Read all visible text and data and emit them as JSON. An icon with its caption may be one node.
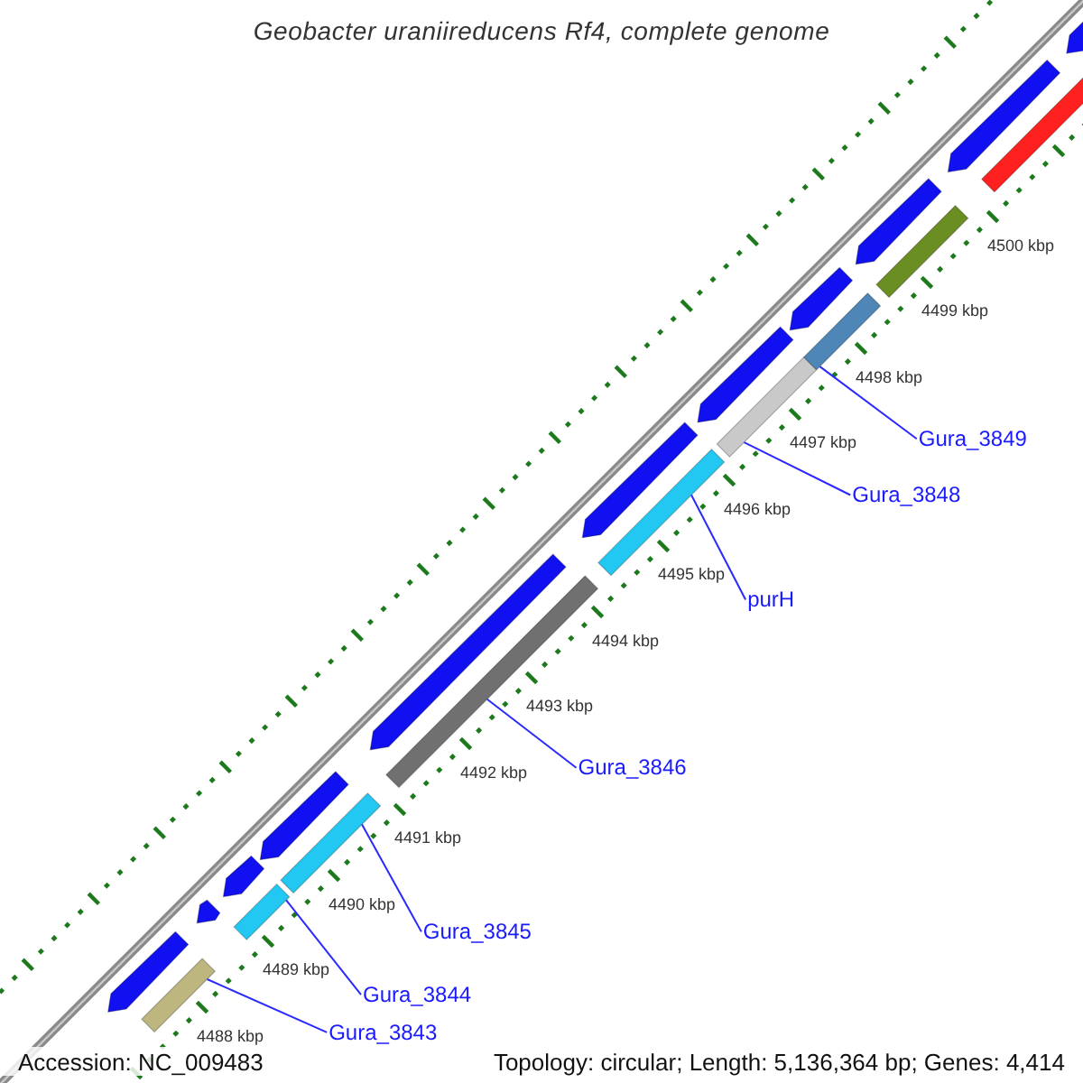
{
  "diagram": {
    "title": "Geobacter uraniireducens Rf4, complete genome",
    "nodes": [
      {
        "text": [
          "Gura_3843"
        ]
      },
      {
        "text": [
          "Gura_3844"
        ]
      },
      {
        "text": [
          "Gura_3845"
        ]
      },
      {
        "text": [
          "Gura_3846"
        ]
      },
      {
        "text": [
          "purH"
        ]
      },
      {
        "text": [
          "Gura_3848"
        ]
      },
      {
        "text": [
          "Gura_3849"
        ]
      },
      {
        "text": [],
        "shape": "bar"
      },
      {
        "text": [],
        "shape": "bar"
      },
      {
        "text": [],
        "shape": "bar"
      },
      {
        "text": [],
        "shape": "bar"
      },
      {
        "text": [],
        "shape": "bar"
      },
      {
        "text": [],
        "shape": "bar"
      },
      {
        "text": [],
        "shape": "bar"
      },
      {
        "text": [],
        "shape": "arrow"
      },
      {
        "text": [],
        "shape": "arrow"
      },
      {
        "text": [],
        "shape": "arrow"
      },
      {
        "text": [],
        "shape": "arrow"
      },
      {
        "text": [],
        "shape": "arrow"
      },
      {
        "text": [],
        "shape": "arrow"
      },
      {
        "text": [],
        "shape": "arrow"
      },
      {
        "text": [],
        "shape": "arrow"
      },
      {
        "text": [],
        "shape": "arrow"
      },
      {
        "text": [],
        "shape": "arrow"
      },
      {
        "text": [],
        "shape": "arrow"
      },
      {
        "text": [],
        "shape": "bar"
      },
      {
        "text": [],
        "shape": "bar"
      }
    ],
    "edges": [
      {
        "from": 0,
        "to": 7,
        "arrow": "none"
      },
      {
        "from": 1,
        "to": 8,
        "arrow": "none"
      },
      {
        "from": 2,
        "to": 9,
        "arrow": "none"
      },
      {
        "from": 3,
        "to": 10,
        "arrow": "none"
      },
      {
        "from": 4,
        "to": 11,
        "arrow": "none"
      },
      {
        "from": 5,
        "to": 12,
        "arrow": "none"
      },
      {
        "from": 6,
        "to": 13,
        "arrow": "none"
      }
    ],
    "labels": [
      "4500 kbp",
      "4499 kbp",
      "4498 kbp",
      "4497 kbp",
      "4496 kbp",
      "4495 kbp",
      "4494 kbp",
      "4493 kbp",
      "4492 kbp",
      "4491 kbp",
      "4490 kbp",
      "4489 kbp",
      "4488 kbp",
      "Accession: NC_009483",
      "Topology: circular; Length: 5,136,364 bp; Genes: 4,414"
    ]
  }
}
